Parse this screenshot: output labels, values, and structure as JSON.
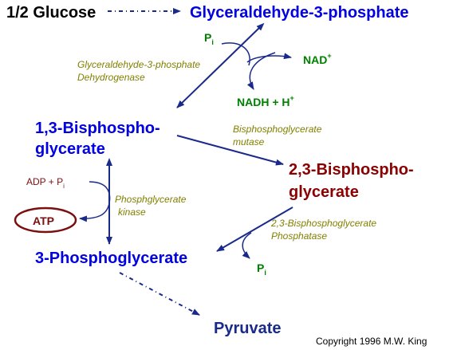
{
  "colors": {
    "black": "#000000",
    "blue": "#0000e0",
    "navy": "#1a2a8a",
    "green": "#008000",
    "maroon": "#8b0000",
    "olive": "#808000",
    "darkred": "#7a0f0f"
  },
  "metabolites": {
    "glucose": "1/2 Glucose",
    "g3p": "Glyceraldehyde-3-phosphate",
    "bpg13_line1": "1,3-Bisphospho-",
    "bpg13_line2": "glycerate",
    "bpg23_line1": "2,3-Bisphospho-",
    "bpg23_line2": "glycerate",
    "pg3": "3-Phosphoglycerate",
    "pyruvate": "Pyruvate"
  },
  "enzymes": {
    "gapdh_line1": "Glyceraldehyde-3-phosphate",
    "gapdh_line2": "Dehydrogenase",
    "bpg_mutase_line1": "Bisphosphoglycerate",
    "bpg_mutase_line2": "mutase",
    "pgk_line1": "Phosphglycerate",
    "pgk_line2": "kinase",
    "bpg_phosphatase_line1": "2,3-Bisphosphoglycerate",
    "bpg_phosphatase_line2": "Phosphatase"
  },
  "cofactors": {
    "pi_main": "P",
    "pi_sub": "i",
    "nad_main": "NAD",
    "nad_sup": "+",
    "nadh_main": "NADH + H",
    "nadh_sup": "+",
    "adp_main": "ADP + P",
    "adp_sub": "i",
    "atp": "ATP",
    "pi2_main": "P",
    "pi2_sub": "i"
  },
  "copyright": "Copyright 1996 M.W. King"
}
